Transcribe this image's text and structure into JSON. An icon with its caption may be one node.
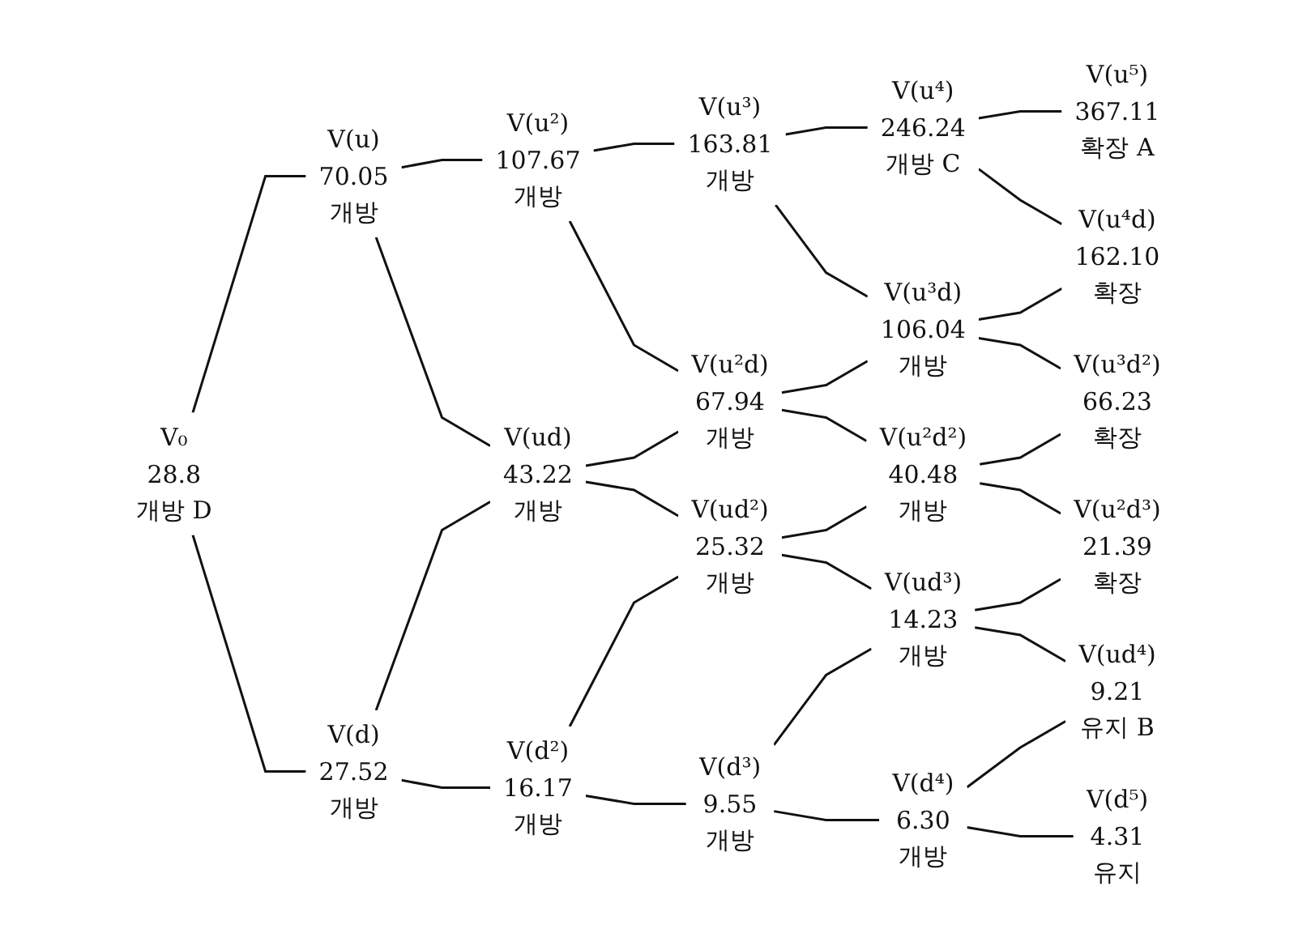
{
  "diagram": {
    "nodes": [
      {
        "text": [
          "V₀",
          "28.8",
          "개방 D"
        ]
      },
      {
        "text": [
          "V(u)",
          "70.05",
          "개방"
        ]
      },
      {
        "text": [
          "V(d)",
          "27.52",
          "개방"
        ]
      },
      {
        "text": [
          "V(u²)",
          "107.67",
          "개방"
        ]
      },
      {
        "text": [
          "V(ud)",
          "43.22",
          "개방"
        ]
      },
      {
        "text": [
          "V(d²)",
          "16.17",
          "개방"
        ]
      },
      {
        "text": [
          "V(u³)",
          "163.81",
          "개방"
        ]
      },
      {
        "text": [
          "V(u²d)",
          "67.94",
          "개방"
        ]
      },
      {
        "text": [
          "V(ud²)",
          "25.32",
          "개방"
        ]
      },
      {
        "text": [
          "V(d³)",
          "9.55",
          "개방"
        ]
      },
      {
        "text": [
          "V(u⁴)",
          "246.24",
          "개방 C"
        ]
      },
      {
        "text": [
          "V(u³d)",
          "106.04",
          "개방"
        ]
      },
      {
        "text": [
          "V(u²d²)",
          "40.48",
          "개방"
        ]
      },
      {
        "text": [
          "V(ud³)",
          "14.23",
          "개방"
        ]
      },
      {
        "text": [
          "V(d⁴)",
          "6.30",
          "개방"
        ]
      },
      {
        "text": [
          "V(u⁵)",
          "367.11",
          "확장 A"
        ]
      },
      {
        "text": [
          "V(u⁴d)",
          "162.10",
          "확장"
        ]
      },
      {
        "text": [
          "V(u³d²)",
          "66.23",
          "확장"
        ]
      },
      {
        "text": [
          "V(u²d³)",
          "21.39",
          "확장"
        ]
      },
      {
        "text": [
          "V(ud⁴)",
          "9.21",
          "유지 B"
        ]
      },
      {
        "text": [
          "V(d⁵)",
          "4.31",
          "유지"
        ]
      }
    ],
    "edges": [
      {
        "from": 0,
        "to": 1,
        "arrow": "none"
      },
      {
        "from": 0,
        "to": 2,
        "arrow": "none"
      },
      {
        "from": 1,
        "to": 3,
        "arrow": "none"
      },
      {
        "from": 1,
        "to": 4,
        "arrow": "none"
      },
      {
        "from": 2,
        "to": 4,
        "arrow": "none"
      },
      {
        "from": 2,
        "to": 5,
        "arrow": "none"
      },
      {
        "from": 3,
        "to": 6,
        "arrow": "none"
      },
      {
        "from": 3,
        "to": 7,
        "arrow": "none"
      },
      {
        "from": 4,
        "to": 7,
        "arrow": "none"
      },
      {
        "from": 4,
        "to": 8,
        "arrow": "none"
      },
      {
        "from": 5,
        "to": 8,
        "arrow": "none"
      },
      {
        "from": 5,
        "to": 9,
        "arrow": "none"
      },
      {
        "from": 6,
        "to": 10,
        "arrow": "none"
      },
      {
        "from": 6,
        "to": 11,
        "arrow": "none"
      },
      {
        "from": 7,
        "to": 11,
        "arrow": "none"
      },
      {
        "from": 7,
        "to": 12,
        "arrow": "none"
      },
      {
        "from": 8,
        "to": 12,
        "arrow": "none"
      },
      {
        "from": 8,
        "to": 13,
        "arrow": "none"
      },
      {
        "from": 9,
        "to": 13,
        "arrow": "none"
      },
      {
        "from": 9,
        "to": 14,
        "arrow": "none"
      },
      {
        "from": 10,
        "to": 15,
        "arrow": "none"
      },
      {
        "from": 10,
        "to": 16,
        "arrow": "none"
      },
      {
        "from": 11,
        "to": 16,
        "arrow": "none"
      },
      {
        "from": 11,
        "to": 17,
        "arrow": "none"
      },
      {
        "from": 12,
        "to": 17,
        "arrow": "none"
      },
      {
        "from": 12,
        "to": 18,
        "arrow": "none"
      },
      {
        "from": 13,
        "to": 18,
        "arrow": "none"
      },
      {
        "from": 13,
        "to": 19,
        "arrow": "none"
      },
      {
        "from": 14,
        "to": 19,
        "arrow": "none"
      },
      {
        "from": 14,
        "to": 20,
        "arrow": "none"
      }
    ]
  }
}
